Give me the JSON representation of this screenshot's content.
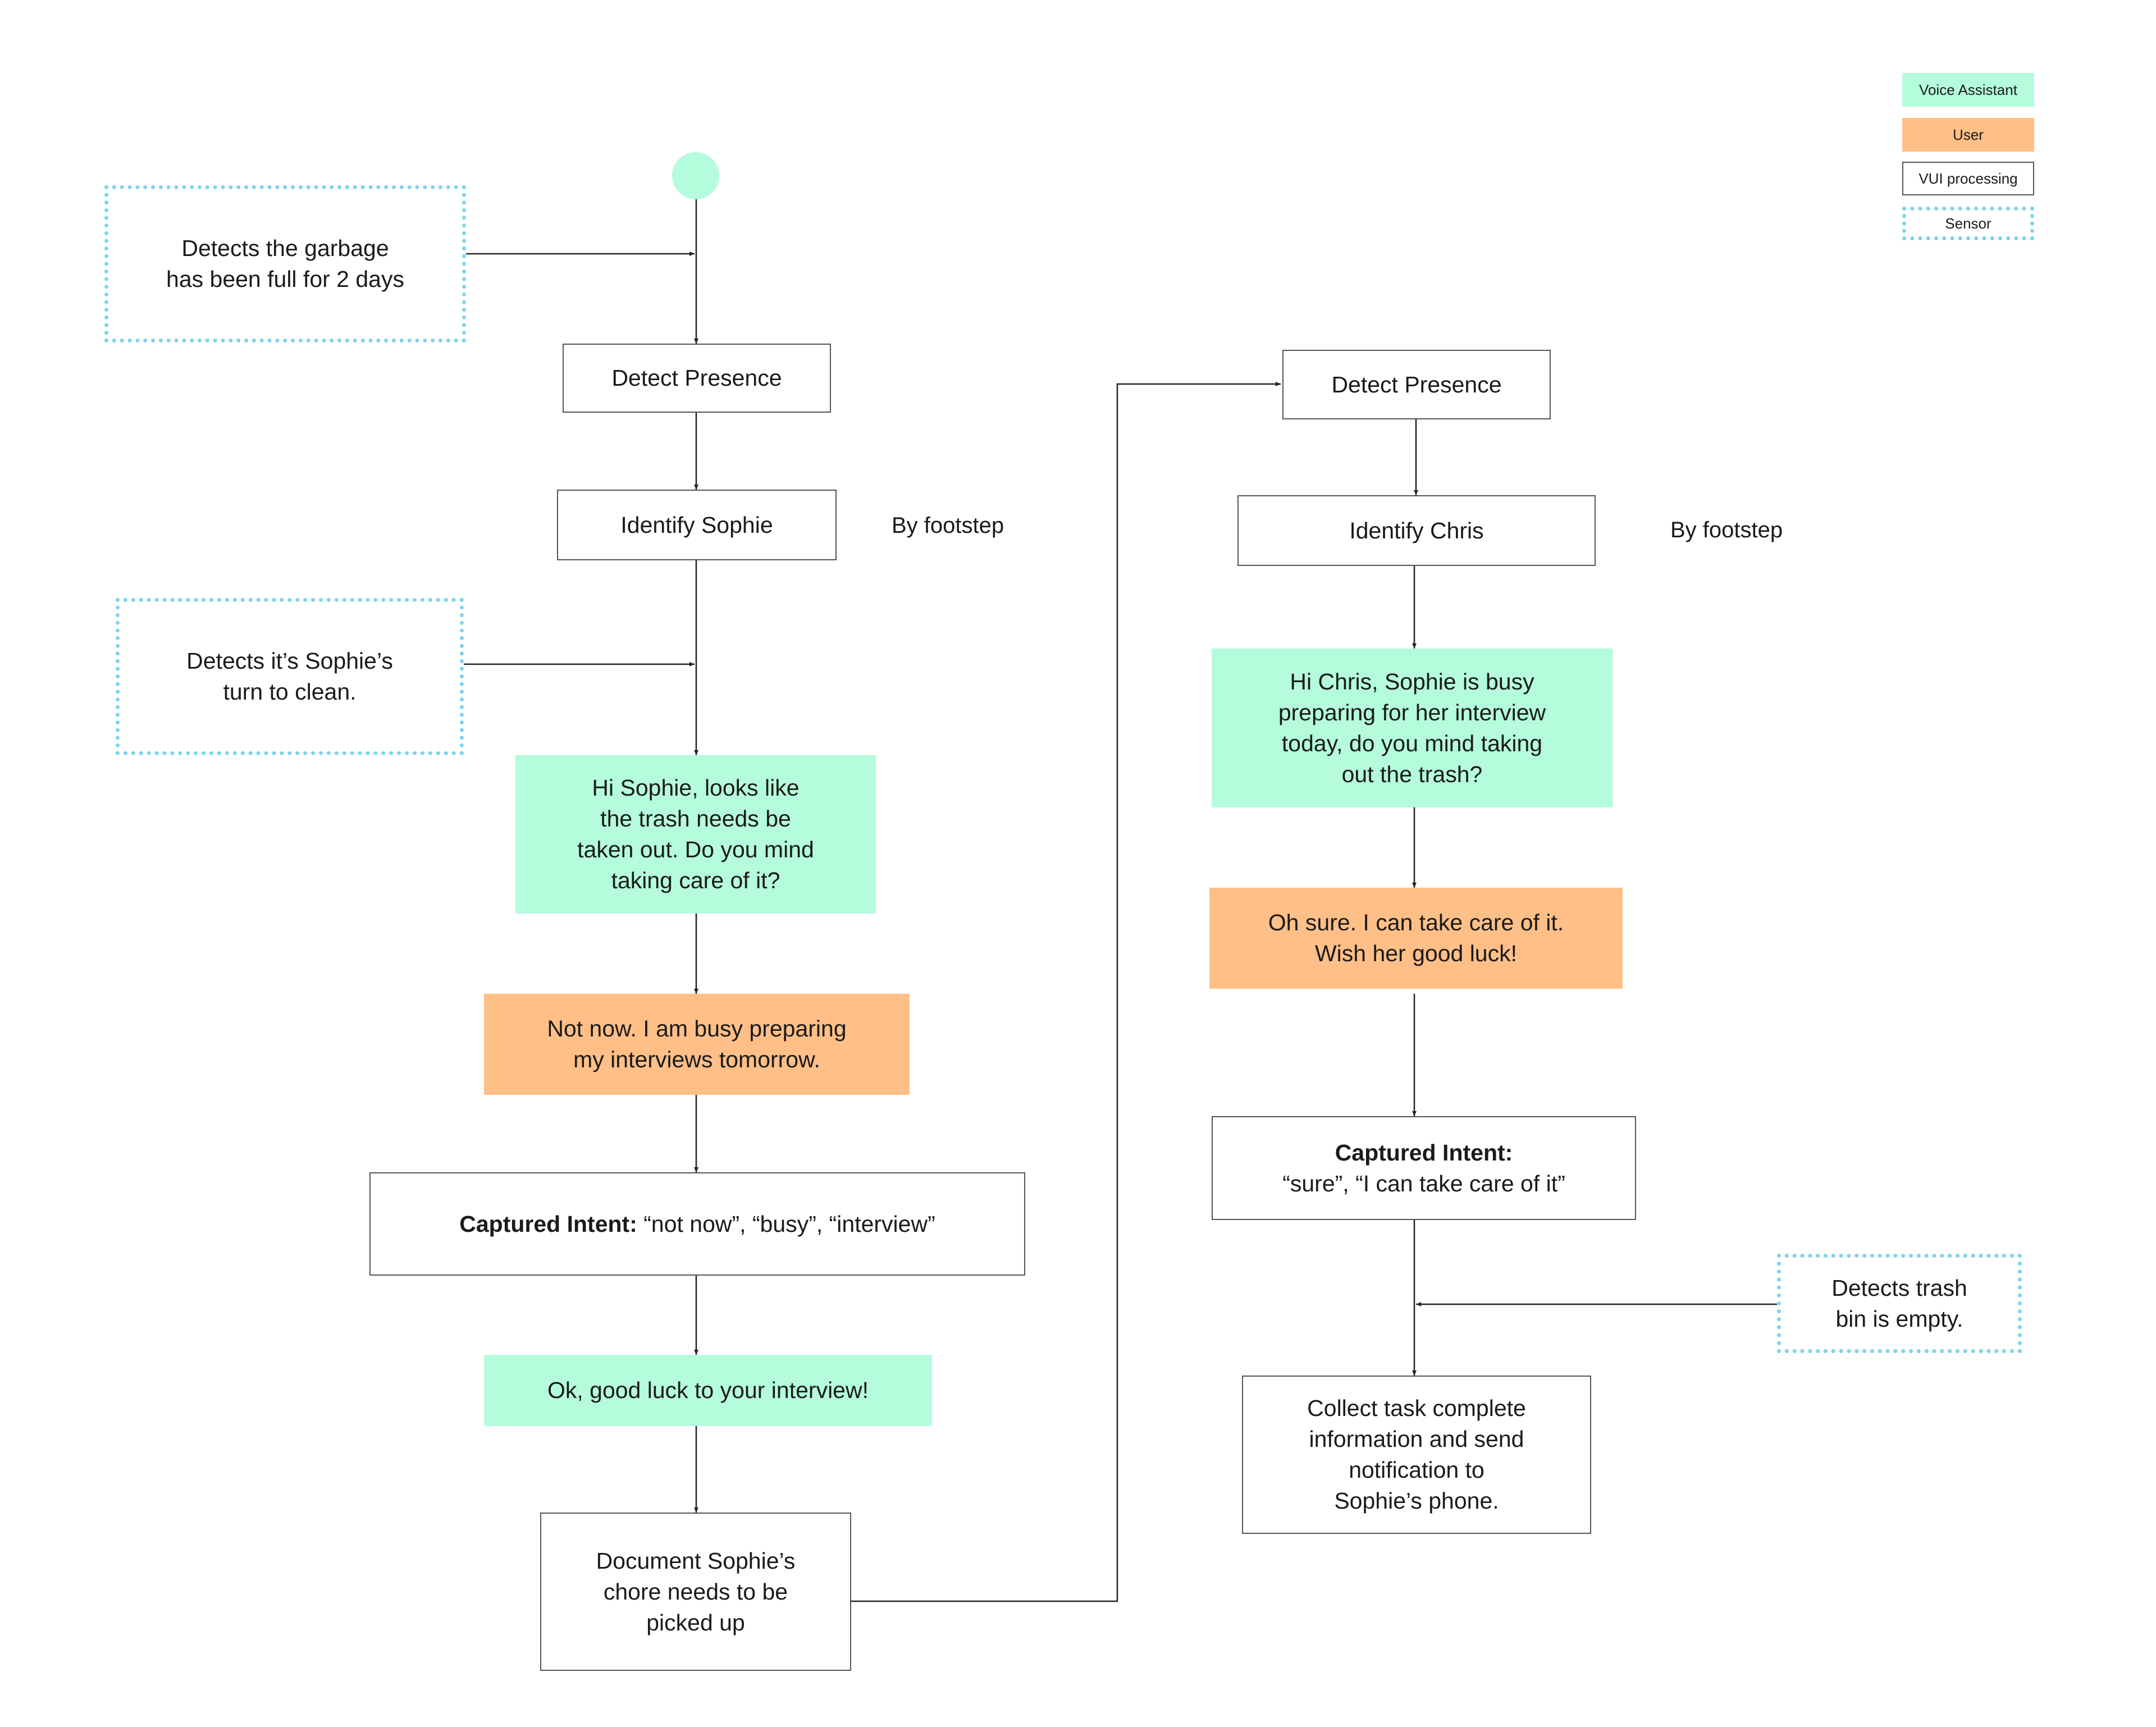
{
  "colors": {
    "voice_assistant": "#b4fcdb",
    "user": "#ffbf87",
    "vui_border": "#555555",
    "sensor_border": "#7ed4ec",
    "connector": "#222222"
  },
  "legend": {
    "voice_assistant": "Voice Assistant",
    "user": "User",
    "vui_processing": "VUI processing",
    "sensor": "Sensor"
  },
  "left_flow": {
    "sensor_garbage": "Detects the garbage\nhas been full for 2 days",
    "detect_presence": "Detect Presence",
    "identify_sophie": "Identify Sophie",
    "by_footstep": "By footstep",
    "sensor_turn": "Detects it’s Sophie’s\nturn to clean.",
    "va_ask_sophie": "Hi Sophie, looks like\nthe trash needs be\ntaken out. Do you mind\ntaking care of it?",
    "user_sophie_reply": "Not now. I am busy preparing\nmy interviews tomorrow.",
    "intent_label": "Captured Intent:",
    "intent_values": " “not now”, “busy”, “interview”",
    "va_good_luck": "Ok, good luck to your interview!",
    "document_chore": "Document Sophie’s\nchore needs to be\npicked up"
  },
  "right_flow": {
    "detect_presence": "Detect Presence",
    "identify_chris": "Identify Chris",
    "by_footstep": "By footstep",
    "va_ask_chris": "Hi Chris, Sophie is busy\npreparing for her interview\ntoday, do you mind taking\nout the trash?",
    "user_chris_reply": "Oh sure. I can take care of it.\nWish her good luck!",
    "intent_label": "Captured Intent:",
    "intent_values": "“sure”, “I can take care of it”",
    "sensor_empty": "Detects trash\nbin is empty.",
    "collect_info": "Collect task complete\ninformation and send\nnotification to\nSophie’s phone."
  }
}
